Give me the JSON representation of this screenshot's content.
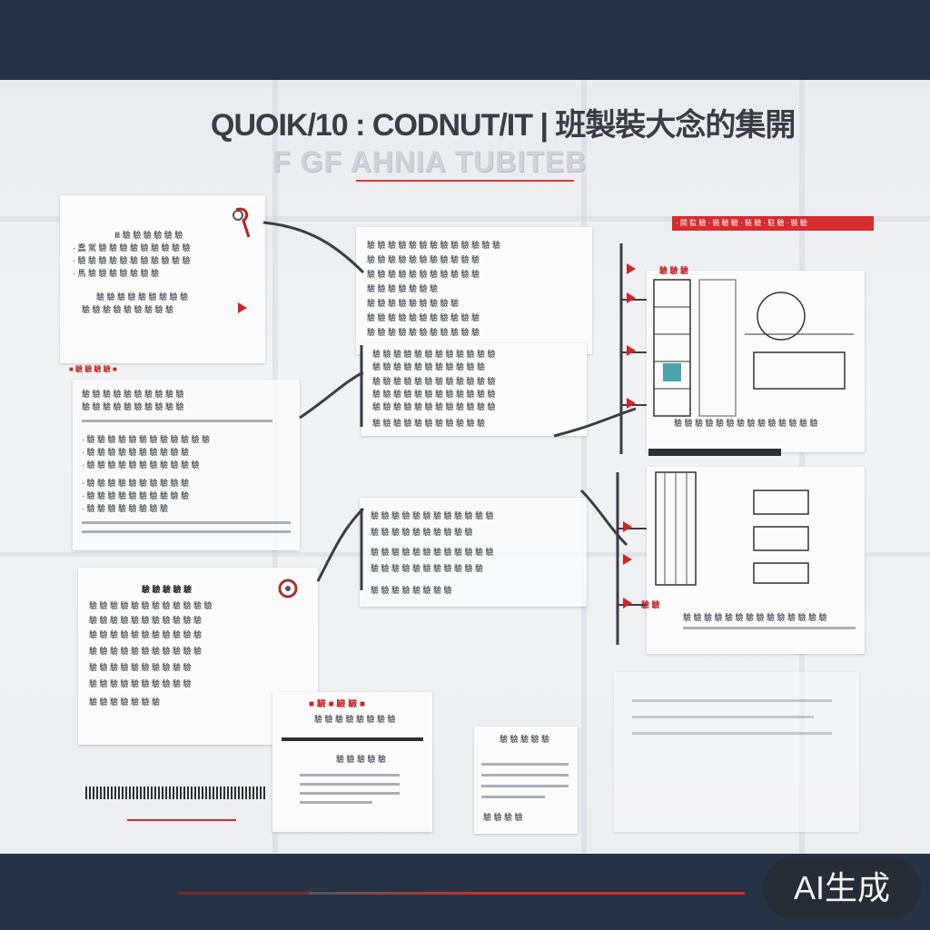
{
  "poster": {
    "title": "QUOIK/10 : CODNUT/IT | 班製裝大念的集開",
    "subtitle": "F GF AHNIA TUBITEB"
  },
  "right_header": "· 関 監 驗 · 裝 驗 驗 · 裝 驗 · 駐 驗 · 裝 驗",
  "cards": {
    "c1": {
      "lines": [
        "Ⅲ 驗 驗 驗 驗 驗 驗",
        "· 蠢 駕 驗 驗 驗 驗 驗 驗 驗 驗 驗",
        "· 驗 驗 驗 驗 驗 驗 驗 驗 驗 驗 驗",
        "· 馬 驗 驗 驗 驗 驗 驗 驗",
        "驗 驗 驗 驗 驗 驗 驗 驗 驗",
        "驗 驗 驗 驗 驗 驗 驗 驗 驗"
      ],
      "tag": "■ 驗 驗 驗 驗 ■"
    },
    "c2": {
      "lines": [
        "驗 驗 驗 驗 驗 驗 驗 驗 驗 驗",
        "驗 驗 驗 驗 驗 驗 驗 驗 驗 驗",
        "· 驗 驗 驗 驗 驗 驗 驗 驗 驗 驗 驗 驗",
        "· 驗 驗 驗 驗 驗 驗 驗 驗 驗 驗",
        "· 驗 驗 驗 驗 驗 驗 驗 驗 驗 驗 驗",
        "· 驗 驗 驗 驗 驗 驗 驗 驗 驗 驗",
        "· 驗 驗 驗 驗 驗 驗 驗 驗 驗 驗",
        "· 驗 驗 驗 驗 驗 驗 驗 驗"
      ]
    },
    "c3": {
      "lines": [
        "驗 驗 驗 驗 驗 驗 驗 驗 驗 驗 驗 驗 驗",
        "驗 驗 驗 驗 驗 驗 驗 驗 驗 驗 驗",
        "驗 驗 驗 驗 驗 驗 驗 驗 驗 驗 驗",
        "驗 驗 驗 驗 驗 驗 驗",
        "驗 驗 驗 驗 驗 驗 驗 驗 驗",
        "驗 驗 驗 驗 驗 驗 驗 驗 驗 驗 驗",
        "驗 驗 驗 驗 驗 驗 驗 驗 驗 驗 驗"
      ]
    },
    "c4": {
      "lines": [
        "驗 驗 驗 驗 驗 驗 驗 驗 驗 驗 驗 驗",
        "驗 驗 驗 驗 驗 驗 驗 驗 驗 驗 驗",
        "驗 驗 驗 驗 驗 驗 驗 驗 驗 驗 驗 驗",
        "驗 驗 驗 驗 驗 驗 驗 驗 驗 驗 驗 驗",
        "驗 驗 驗 驗 驗 驗 驗 驗 驗 驗 驗 驗",
        "驗 驗 驗 驗 驗 驗 驗 驗 驗 驗 驗"
      ]
    },
    "c5": {
      "lines": [
        "驗 驗 驗 驗 驗 驗 驗 驗 驗 驗 驗 驗",
        "驗 驗 驗 驗 驗 驗 驗 驗 驗 驗",
        "驗 驗 驗 驗 驗 驗 驗 驗 驗 驗 驗 驗",
        "驗 驗 驗 驗 驗 驗 驗 驗 驗 驗 驗",
        "驗 驗 驗 驗 驗 驗 驗 驗"
      ]
    },
    "c6": {
      "head": "驗 驗 驗 驗 驗",
      "lines": [
        "驗 驗 驗 驗 驗 驗 驗 驗 驗 驗 驗 驗",
        "驗 驗 驗 驗 驗 驗 驗 驗 驗 驗 驗",
        "驗 驗 驗 驗 驗 驗 驗 驗 驗 驗 驗",
        "驗 驗 驗 驗 驗 驗 驗 驗 驗 驗 驗",
        "驗 驗 驗 驗 驗 驗 驗 驗 驗 驗",
        "驗 驗 驗 驗 驗 驗 驗 驗 驗 驗",
        "驗 驗 驗 驗 驗 驗 驗"
      ]
    },
    "c7": {
      "head": "■ 驗 ■ 驗 驗 ■",
      "sub": "驗 驗 驗 驗 驗",
      "line": "驗 驗 驗 驗 驗 驗 驗 驗"
    },
    "c8": {
      "sub": "驗 驗 驗 驗 驗",
      "foot": "驗 驗 驗 驗"
    },
    "right_top": {
      "label": "驗 驗 驗",
      "caption": "驗 驗 驗 驗 驗 驗 驗 驗 驗 驗 驗 驗 驗 驗"
    },
    "right_bottom": {
      "label": "驗 驗",
      "caption": "驗 驗 驗 驗 驗 驗 驗 驗 驗 驗 驗 驗 驗 驗"
    }
  },
  "badge": {
    "label": "AI生成"
  },
  "colors": {
    "frame": "#263346",
    "accent": "#d62d2d",
    "board": "#eceef1"
  }
}
